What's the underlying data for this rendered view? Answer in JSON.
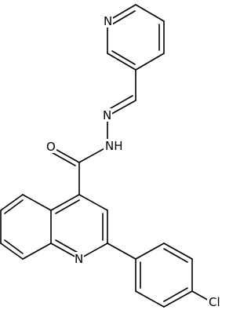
{
  "molecule": {
    "atoms": [
      {
        "id": "N_pyr",
        "label": "N"
      },
      {
        "id": "N_imine",
        "label": "N"
      },
      {
        "id": "NH",
        "label": "NH"
      },
      {
        "id": "O",
        "label": "O"
      },
      {
        "id": "N_quin",
        "label": "N"
      },
      {
        "id": "Cl",
        "label": "Cl"
      }
    ]
  }
}
